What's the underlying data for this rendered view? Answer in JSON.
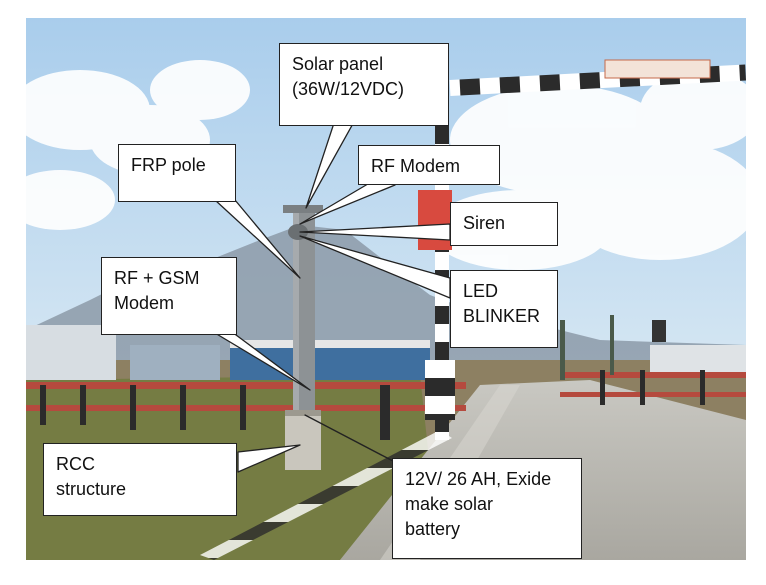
{
  "callouts": {
    "solar_panel": {
      "line1": "Solar panel",
      "line2": "(36W/12VDC)"
    },
    "frp_pole": {
      "line1": "FRP pole"
    },
    "rf_modem": {
      "line1": "RF Modem"
    },
    "siren": {
      "line1": "Siren"
    },
    "led_blinker": {
      "line1": "LED",
      "line2": "BLINKER"
    },
    "rf_gsm_modem": {
      "line1": "RF + GSM",
      "line2": "Modem"
    },
    "rcc_structure": {
      "line1": "RCC",
      "line2": "structure"
    },
    "battery": {
      "line1": "12V/ 26 AH, Exide",
      "line2": "make solar",
      "line3": "battery"
    }
  },
  "colors": {
    "sky": "#b9d7ef",
    "cloud": "#ffffff",
    "mountain": "#8c9aa8",
    "road": "#b9b8b2",
    "ground": "#8d8062",
    "grass": "#6f7b3c",
    "pole": "#8d9295",
    "siren_red": "#d84a3f",
    "barrier_white": "#ffffff",
    "barrier_black": "#2b2b2b",
    "callout_border": "#222222"
  }
}
